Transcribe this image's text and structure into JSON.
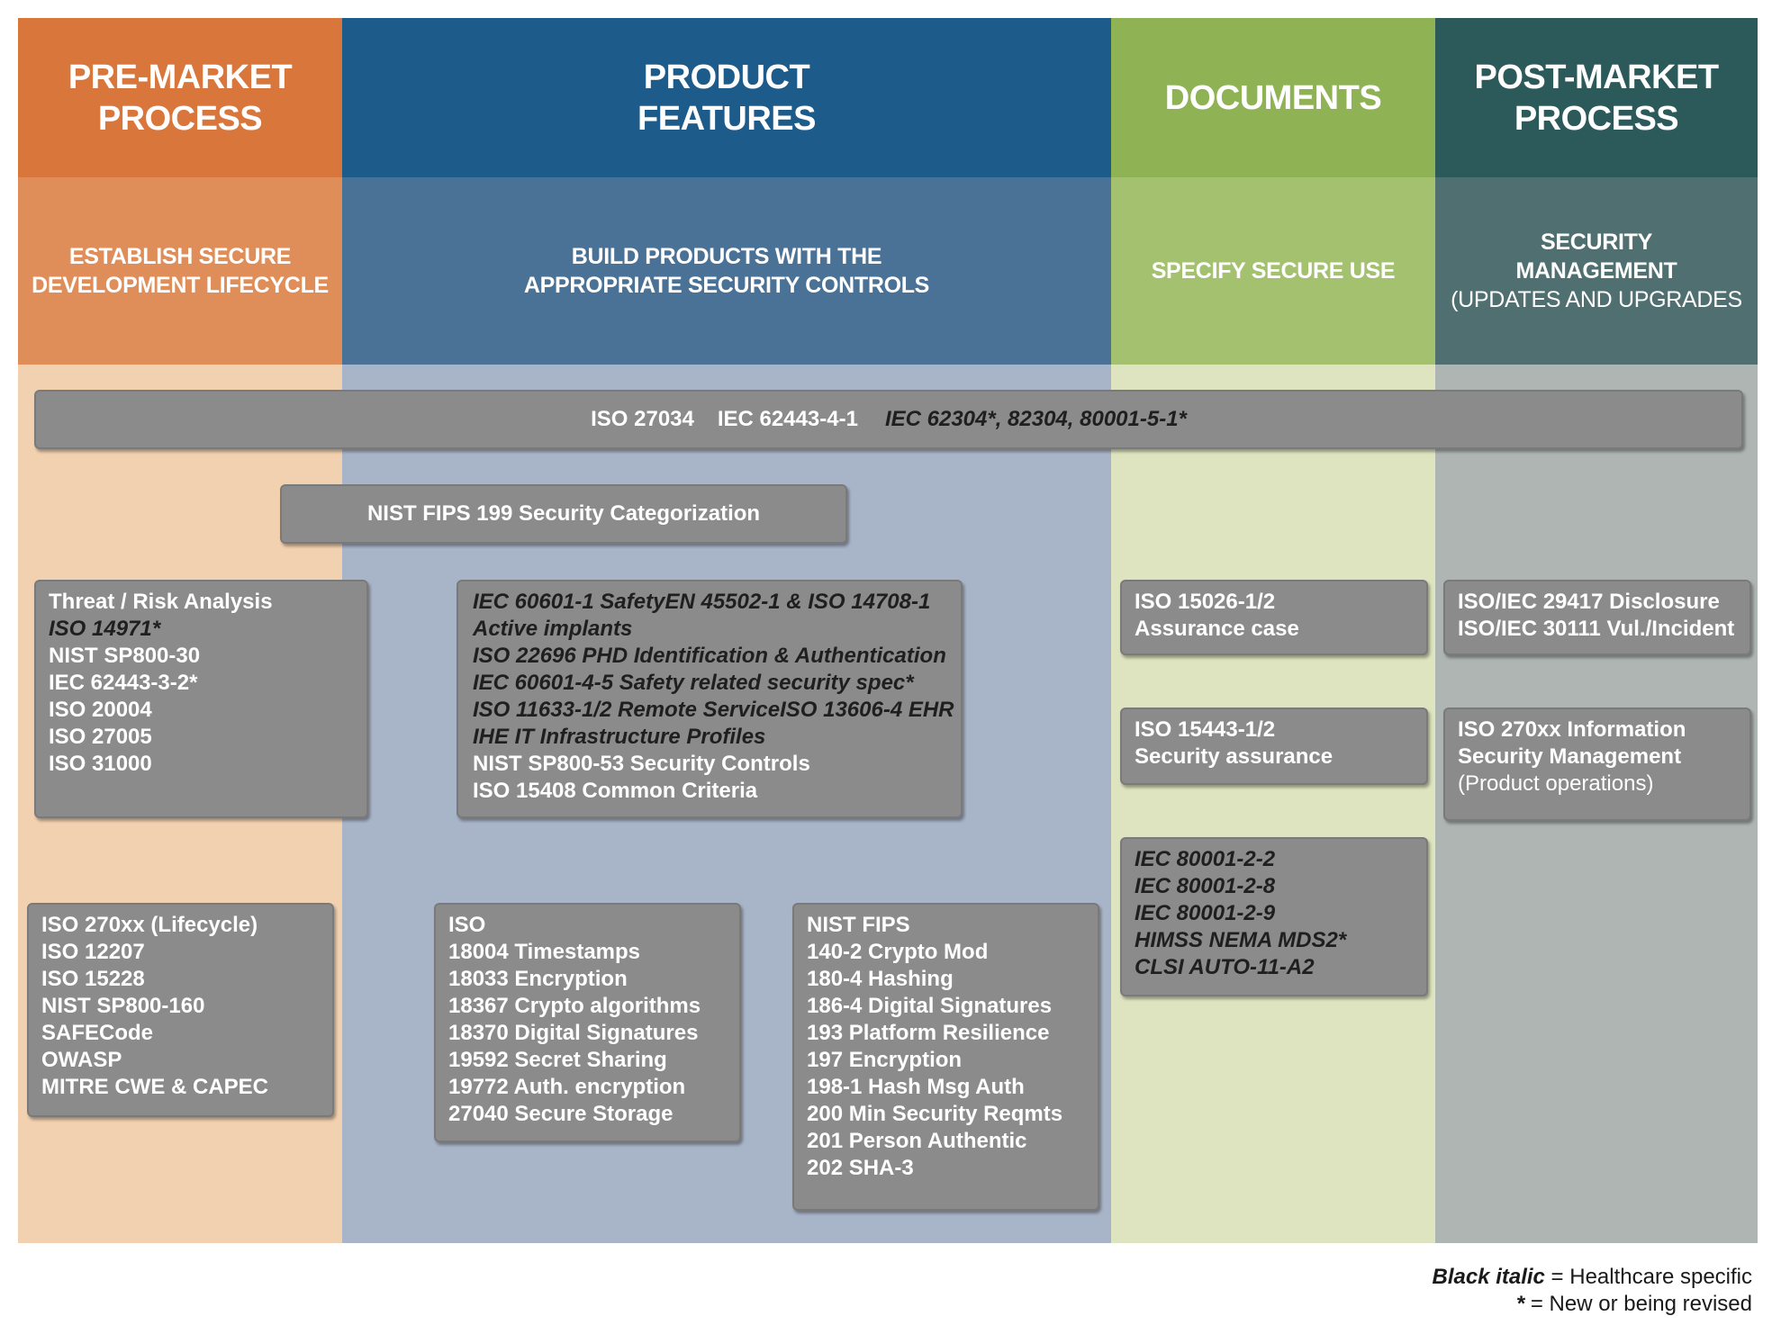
{
  "columns": {
    "pre": {
      "title": "PRE-MARKET\nPROCESS",
      "subtitle": "ESTABLISH SECURE\nDEVELOPMENT LIFECYCLE",
      "head_color": "#d9763c",
      "sub_color": "#df8e59",
      "body_color": "#f2d1b0"
    },
    "product": {
      "title": "PRODUCT\nFEATURES",
      "subtitle": "BUILD PRODUCTS WITH THE\nAPPROPRIATE SECURITY CONTROLS",
      "head_color": "#1d5b8a",
      "sub_color": "#4a7196",
      "body_color": "#a8b4c8"
    },
    "documents": {
      "title": "DOCUMENTS",
      "subtitle": "SPECIFY SECURE USE",
      "head_color": "#8fb354",
      "sub_color": "#a4c16f",
      "body_color": "#dde4bf"
    },
    "post": {
      "title": "POST-MARKET\nPROCESS",
      "subtitle_bold": "SECURITY\nMANAGEMENT",
      "subtitle_normal": "(UPDATES AND UPGRADES",
      "head_color": "#2c5a5b",
      "sub_color": "#4f6f70",
      "body_color": "#aeb5b3"
    }
  },
  "top_bar": {
    "item1": "ISO 27034",
    "item2": "IEC 62443-4-1",
    "item3": "IEC 62304*, 82304, 80001-5-1*"
  },
  "fips199": {
    "label": "NIST FIPS 199 Security Categorization"
  },
  "threat_box": {
    "l1": "Threat / Risk Analysis",
    "l2": "ISO 14971*",
    "l3": "NIST SP800-30",
    "l4": "IEC 62443-3-2*",
    "l5": "ISO 20004",
    "l6": "ISO 27005",
    "l7": "ISO 31000"
  },
  "lifecycle_box": {
    "l1": "ISO 270xx (Lifecycle)",
    "l2": "ISO 12207",
    "l3": "ISO 15228",
    "l4": "NIST SP800-160",
    "l5": "SAFECode",
    "l6": "OWASP",
    "l7": "MITRE CWE & CAPEC"
  },
  "iec_box": {
    "l1": "IEC 60601-1 SafetyEN 45502-1 & ISO 14708-1",
    "l2": "Active implants",
    "l3": "ISO 22696 PHD Identification & Authentication",
    "l4": "IEC 60601-4-5 Safety related security spec*",
    "l5": "ISO 11633-1/2 Remote ServiceISO 13606-4 EHR",
    "l6": "IHE IT Infrastructure Profiles",
    "l7": "NIST SP800-53 Security Controls",
    "l8": "ISO 15408 Common Criteria"
  },
  "iso_box": {
    "l1": "ISO",
    "l2": "18004 Timestamps",
    "l3": "18033 Encryption",
    "l4": "18367 Crypto algorithms",
    "l5": "18370 Digital Signatures",
    "l6": "19592 Secret Sharing",
    "l7": "19772 Auth. encryption",
    "l8": "27040 Secure Storage"
  },
  "fips_box": {
    "l1": "NIST FIPS",
    "l2": "140-2 Crypto Mod",
    "l3": "180-4 Hashing",
    "l4": "186-4 Digital Signatures",
    "l5": "193 Platform Resilience",
    "l6": "197 Encryption",
    "l7": "198-1 Hash Msg Auth",
    "l8": "200 Min Security Reqmts",
    "l9": "201 Person Authentic",
    "l10": "202 SHA-3"
  },
  "assurance_case_box": {
    "l1": "ISO 15026-1/2",
    "l2": "Assurance case"
  },
  "security_assurance_box": {
    "l1": "ISO 15443-1/2",
    "l2": "Security assurance"
  },
  "iec80001_box": {
    "l1": "IEC 80001-2-2",
    "l2": "IEC 80001-2-8",
    "l3": "IEC 80001-2-9",
    "l4": "HIMSS NEMA MDS2*",
    "l5": "CLSI AUTO-11-A2"
  },
  "disclosure_box": {
    "l1": "ISO/IEC 29417 Disclosure",
    "l2": "ISO/IEC 30111 Vul./Incident"
  },
  "infosec_box": {
    "l1": "ISO 270xx Information",
    "l2": "Security Management",
    "l3": "(Product operations)"
  },
  "legend": {
    "italic_key": "Black italic",
    "italic_desc": " = Healthcare specific",
    "star_key": "*",
    "star_desc": " = New or being revised"
  }
}
